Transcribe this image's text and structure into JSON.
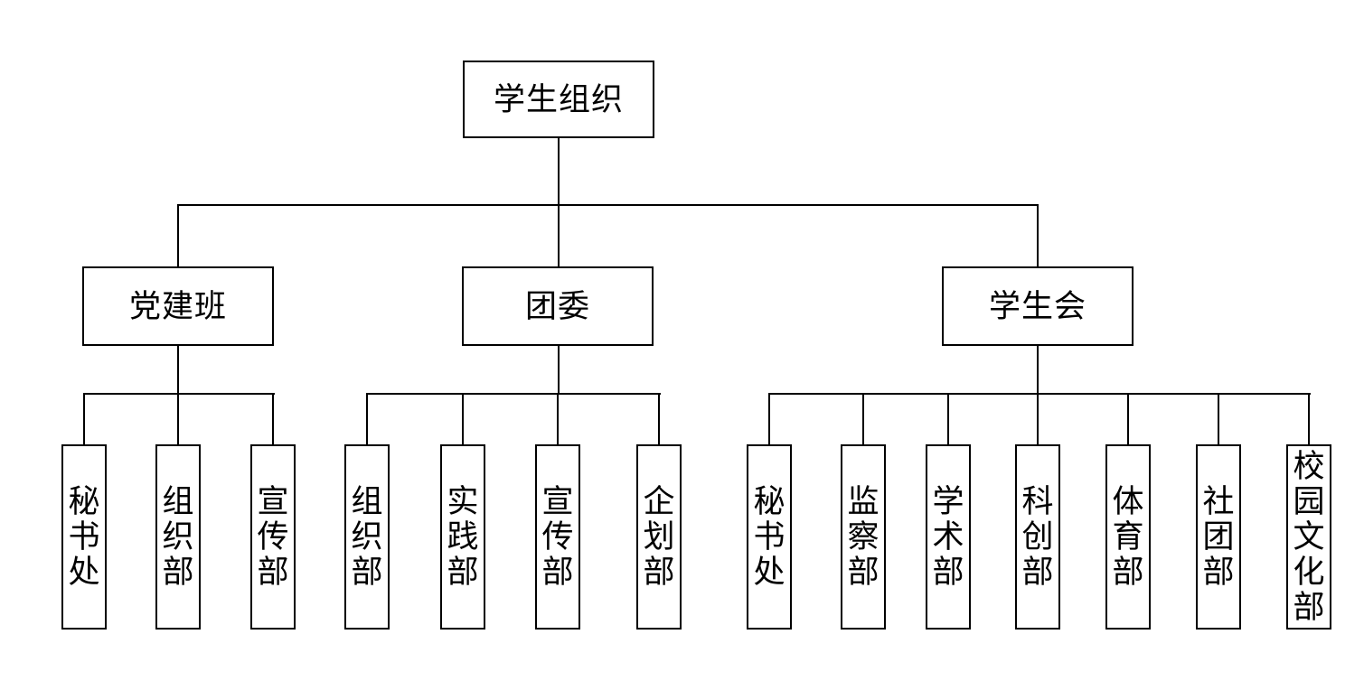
{
  "page": {
    "background_color": "#ffffff",
    "line_color": "#000000",
    "text_color": "#000000"
  },
  "org_chart": {
    "root": {
      "label": "学生组织"
    },
    "branches": [
      {
        "label": "党建班",
        "children": [
          {
            "label": "秘书处"
          },
          {
            "label": "组织部"
          },
          {
            "label": "宣传部"
          }
        ]
      },
      {
        "label": "团委",
        "children": [
          {
            "label": "组织部"
          },
          {
            "label": "实践部"
          },
          {
            "label": "宣传部"
          },
          {
            "label": "企划部"
          }
        ]
      },
      {
        "label": "学生会",
        "children": [
          {
            "label": "秘书处"
          },
          {
            "label": "监察部"
          },
          {
            "label": "学术部"
          },
          {
            "label": "科创部"
          },
          {
            "label": "体育部"
          },
          {
            "label": "社团部"
          },
          {
            "label": "校园文化部"
          }
        ]
      }
    ]
  }
}
